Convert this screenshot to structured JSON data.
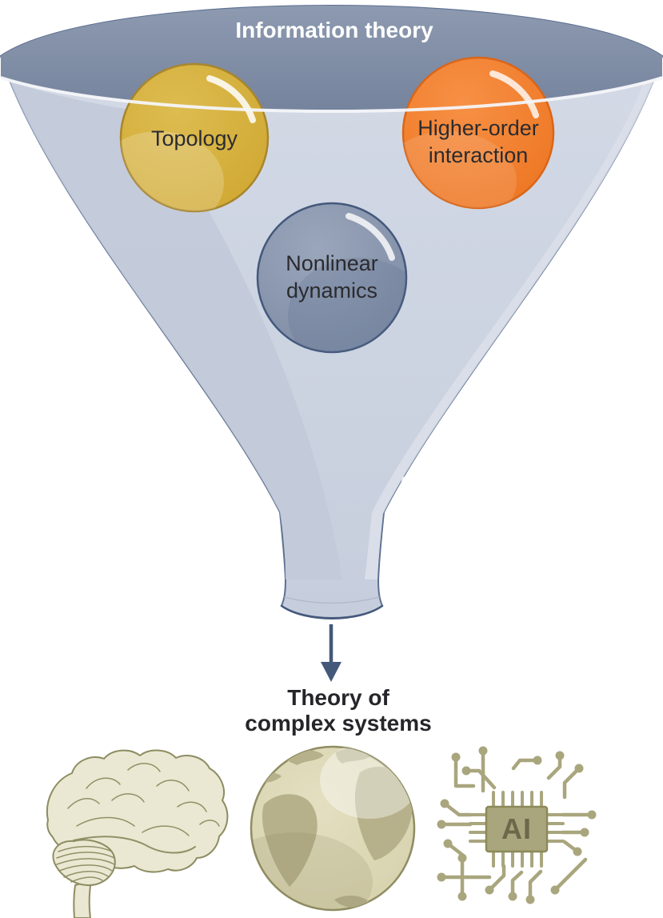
{
  "funnel": {
    "top_label": "Information theory",
    "bubbles": {
      "topology": {
        "label": "Topology",
        "fill": "#d5ae37",
        "border": "#a8862e"
      },
      "higher_order": {
        "line1": "Higher-order",
        "line2": "interaction",
        "fill": "#f2802e",
        "border": "#d96619"
      },
      "nonlinear": {
        "line1": "Nonlinear",
        "line2": "dynamics",
        "fill": "#8e9ab1",
        "border": "#44597c"
      }
    },
    "colors": {
      "interior": "#8795ac",
      "wall": "#cdd4e1",
      "wall_shadow_band": "#c2cad9",
      "wall_edge_light": "#dadfe9",
      "outline": "#5d7090",
      "rim_highlight": "#f4f6f9"
    }
  },
  "arrow": {
    "color": "#44587a"
  },
  "output": {
    "line1": "Theory of",
    "line2": "complex systems"
  },
  "icons": {
    "brain": {
      "name": "brain-icon",
      "fill": "#eae8d2",
      "outline": "#8d8c62"
    },
    "globe": {
      "name": "globe-icon",
      "sea": "#ded9b7",
      "land": "#b6b18b",
      "outline": "#8f8d62"
    },
    "chip": {
      "name": "ai-chip-icon",
      "label": "AI",
      "trace": "#a9a67e",
      "text": "#6b6949"
    }
  }
}
